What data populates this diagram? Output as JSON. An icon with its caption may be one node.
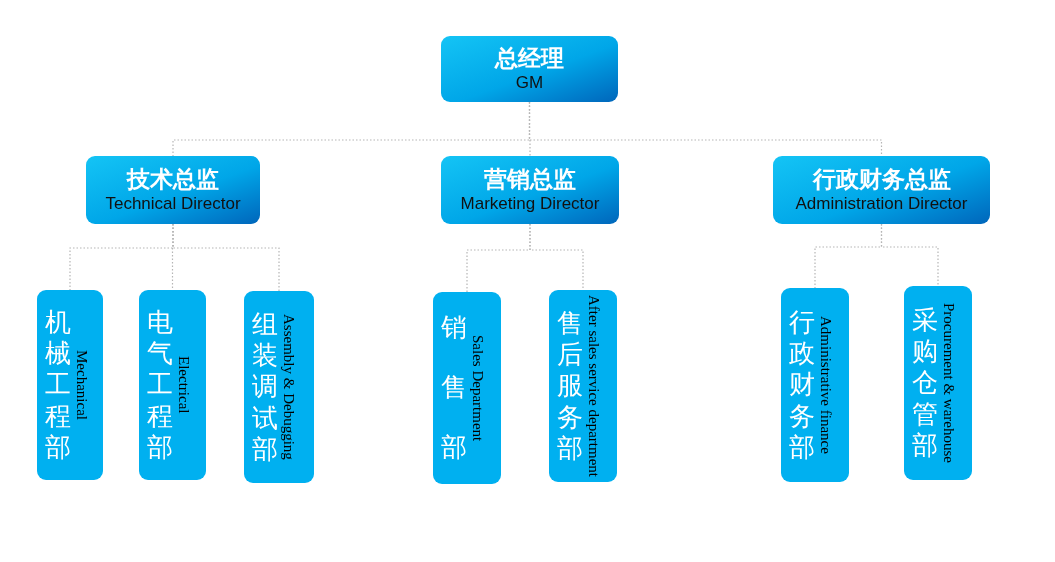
{
  "diagram": {
    "nodes": [
      {
        "text": [
          "总经理",
          "GM"
        ]
      },
      {
        "text": [
          "技术总监",
          "Technical Director"
        ]
      },
      {
        "text": [
          "营销总监",
          "Marketing Director"
        ]
      },
      {
        "text": [
          "行政财务总监",
          "Administration Director"
        ]
      },
      {
        "text": [
          "机械工程部",
          "Mechanical"
        ]
      },
      {
        "text": [
          "电气工程部",
          "Electrical"
        ]
      },
      {
        "text": [
          "组装调试部",
          "Assembly & Debugging"
        ]
      },
      {
        "text": [
          "销售部",
          "Sales Department"
        ]
      },
      {
        "text": [
          "售后服务部",
          "After sales service department"
        ]
      },
      {
        "text": [
          "行政财务部",
          "Administrative finance"
        ]
      },
      {
        "text": [
          "采购仓管部",
          "Procurement & warehouse"
        ]
      }
    ],
    "edges": [
      {
        "from": 0,
        "to": 1,
        "arrow": "none"
      },
      {
        "from": 0,
        "to": 2,
        "arrow": "none"
      },
      {
        "from": 0,
        "to": 3,
        "arrow": "none"
      },
      {
        "from": 1,
        "to": 4,
        "arrow": "none"
      },
      {
        "from": 1,
        "to": 5,
        "arrow": "none"
      },
      {
        "from": 1,
        "to": 6,
        "arrow": "none"
      },
      {
        "from": 2,
        "to": 7,
        "arrow": "none"
      },
      {
        "from": 2,
        "to": 8,
        "arrow": "none"
      },
      {
        "from": 3,
        "to": 9,
        "arrow": "none"
      },
      {
        "from": 3,
        "to": 10,
        "arrow": "none"
      }
    ]
  }
}
